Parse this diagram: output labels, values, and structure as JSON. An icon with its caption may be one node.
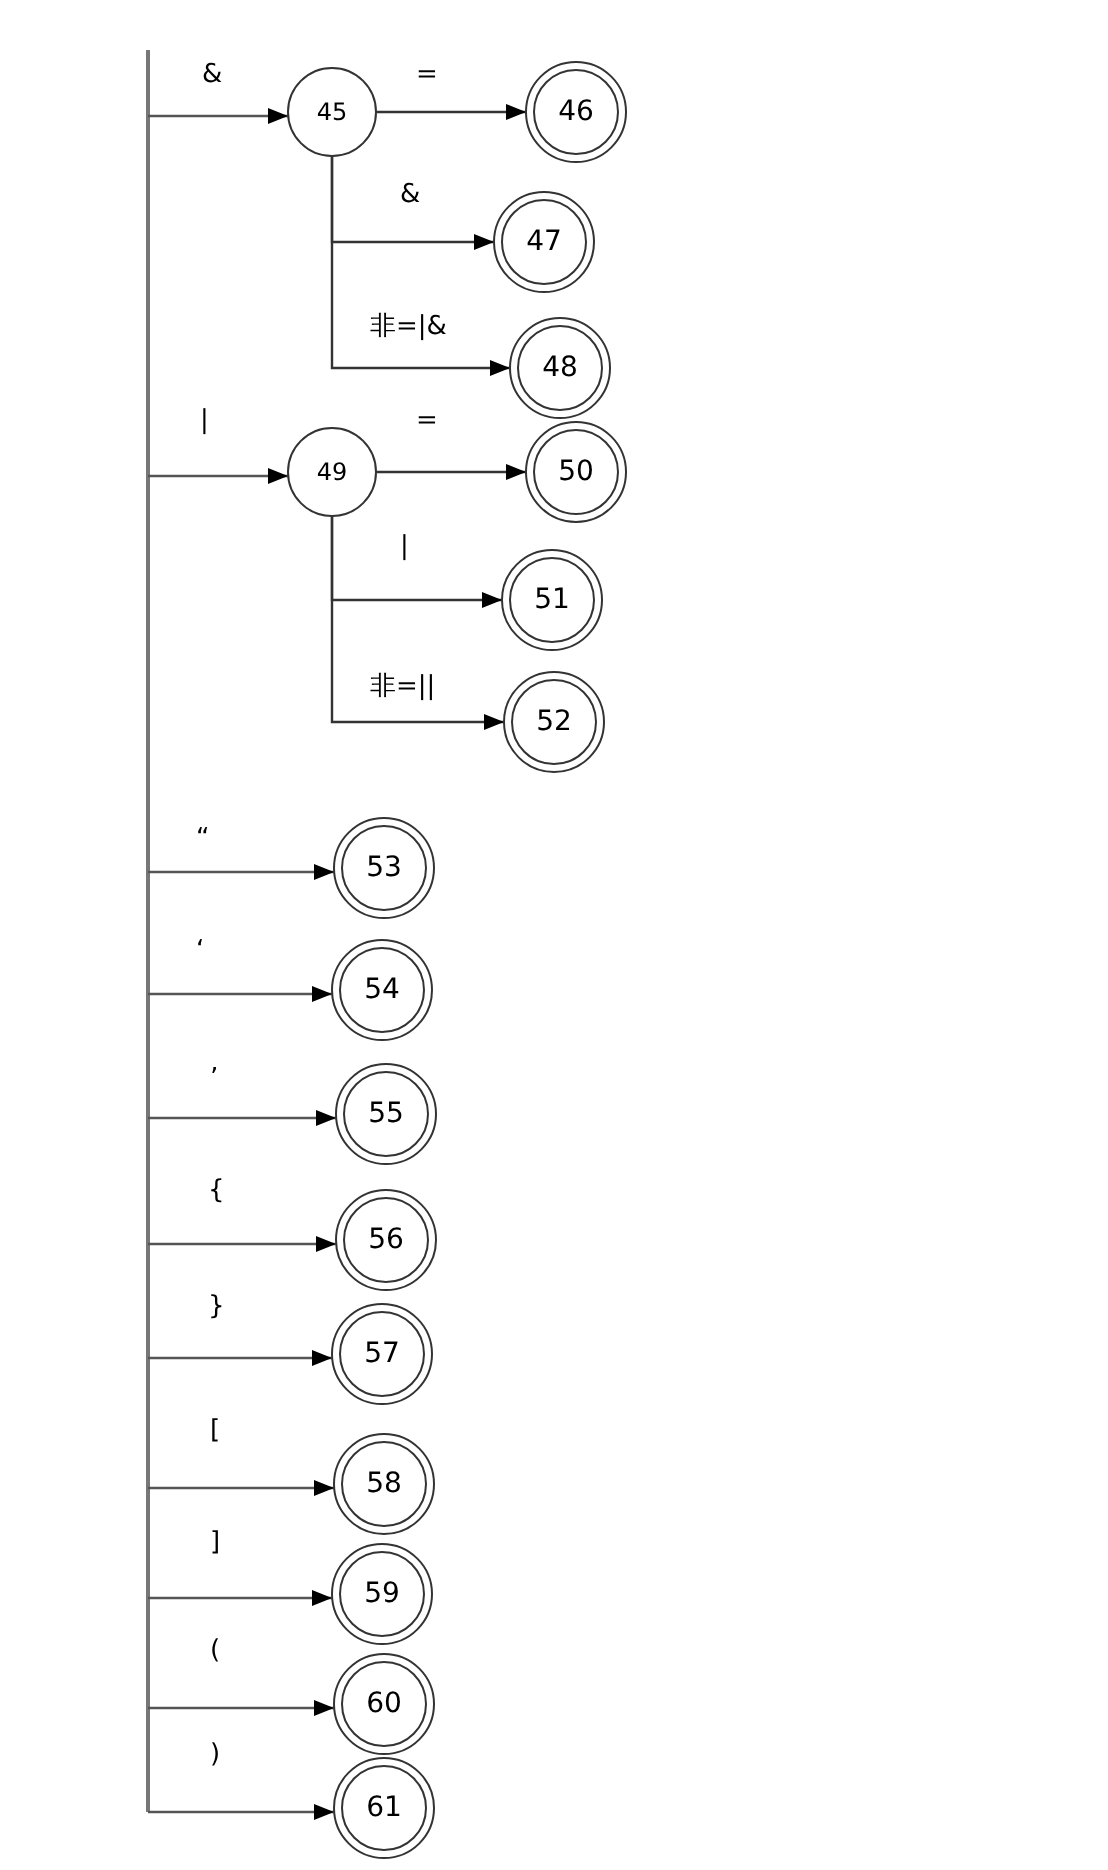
{
  "diagram": {
    "nodes": [
      {
        "text": [
          "45"
        ]
      },
      {
        "text": [
          "46"
        ]
      },
      {
        "text": [
          "47"
        ]
      },
      {
        "text": [
          "48"
        ]
      },
      {
        "text": [
          "49"
        ]
      },
      {
        "text": [
          "50"
        ]
      },
      {
        "text": [
          "51"
        ]
      },
      {
        "text": [
          "52"
        ]
      },
      {
        "text": [
          "53"
        ]
      },
      {
        "text": [
          "54"
        ]
      },
      {
        "text": [
          "55"
        ]
      },
      {
        "text": [
          "56"
        ]
      },
      {
        "text": [
          "57"
        ]
      },
      {
        "text": [
          "58"
        ]
      },
      {
        "text": [
          "59"
        ]
      },
      {
        "text": [
          "60"
        ]
      },
      {
        "text": [
          "61"
        ]
      }
    ],
    "edges": [
      {
        "from": null,
        "to": 0,
        "label": "&",
        "arrow": "to"
      },
      {
        "from": 0,
        "to": 1,
        "label": "=",
        "arrow": "to"
      },
      {
        "from": 0,
        "to": 2,
        "label": "&",
        "arrow": "to"
      },
      {
        "from": 0,
        "to": 3,
        "label": "非=|&",
        "arrow": "to"
      },
      {
        "from": null,
        "to": 4,
        "label": "|",
        "arrow": "to"
      },
      {
        "from": 4,
        "to": 5,
        "label": "=",
        "arrow": "to"
      },
      {
        "from": 4,
        "to": 6,
        "label": "|",
        "arrow": "to"
      },
      {
        "from": 4,
        "to": 7,
        "label": "非=||",
        "arrow": "to"
      },
      {
        "from": null,
        "to": 8,
        "label": "“",
        "arrow": "to"
      },
      {
        "from": null,
        "to": 9,
        "label": "‘",
        "arrow": "to"
      },
      {
        "from": null,
        "to": 10,
        "label": "’",
        "arrow": "to"
      },
      {
        "from": null,
        "to": 11,
        "label": "{",
        "arrow": "to"
      },
      {
        "from": null,
        "to": 12,
        "label": "}",
        "arrow": "to"
      },
      {
        "from": null,
        "to": 13,
        "label": "[",
        "arrow": "to"
      },
      {
        "from": null,
        "to": 14,
        "label": "]",
        "arrow": "to"
      },
      {
        "from": null,
        "to": 15,
        "label": "(",
        "arrow": "to"
      },
      {
        "from": null,
        "to": 16,
        "label": ")",
        "arrow": "to"
      }
    ]
  }
}
